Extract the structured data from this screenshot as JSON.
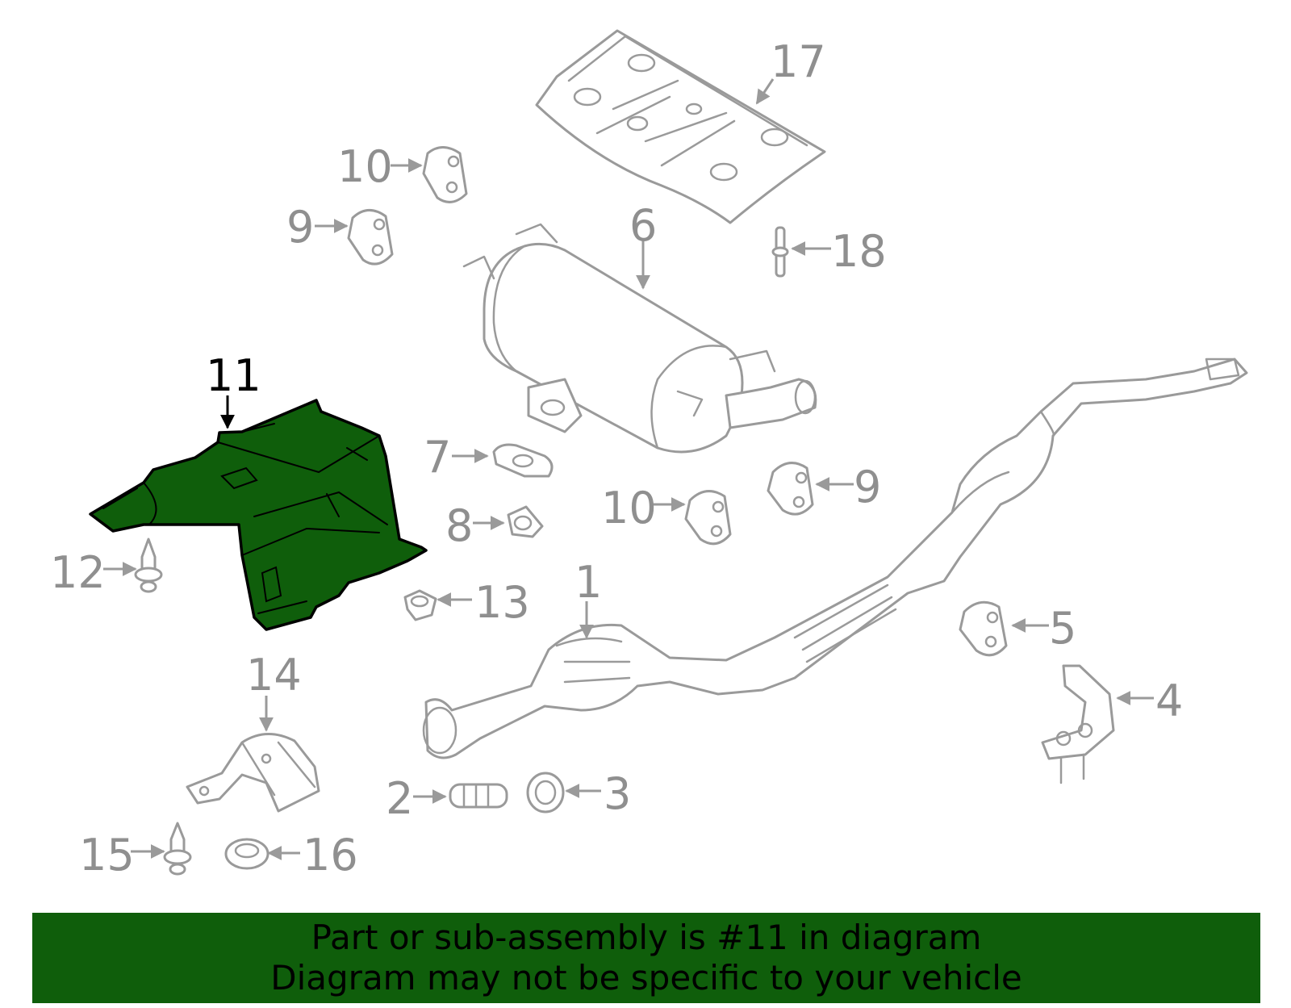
{
  "highlight_color": "#0f5e0b",
  "outline_color": "#9a9a9a",
  "callouts": {
    "c1": "1",
    "c2": "2",
    "c3": "3",
    "c4": "4",
    "c5": "5",
    "c6": "6",
    "c7": "7",
    "c8": "8",
    "c9a": "9",
    "c9b": "9",
    "c10a": "10",
    "c10b": "10",
    "c11": "11",
    "c12": "12",
    "c13": "13",
    "c14": "14",
    "c15": "15",
    "c16": "16",
    "c17": "17",
    "c18": "18"
  },
  "highlighted_part": "11",
  "banner": {
    "line1": "Part or sub-assembly is #11 in diagram",
    "line2": "Diagram may not be specific to your vehicle"
  }
}
